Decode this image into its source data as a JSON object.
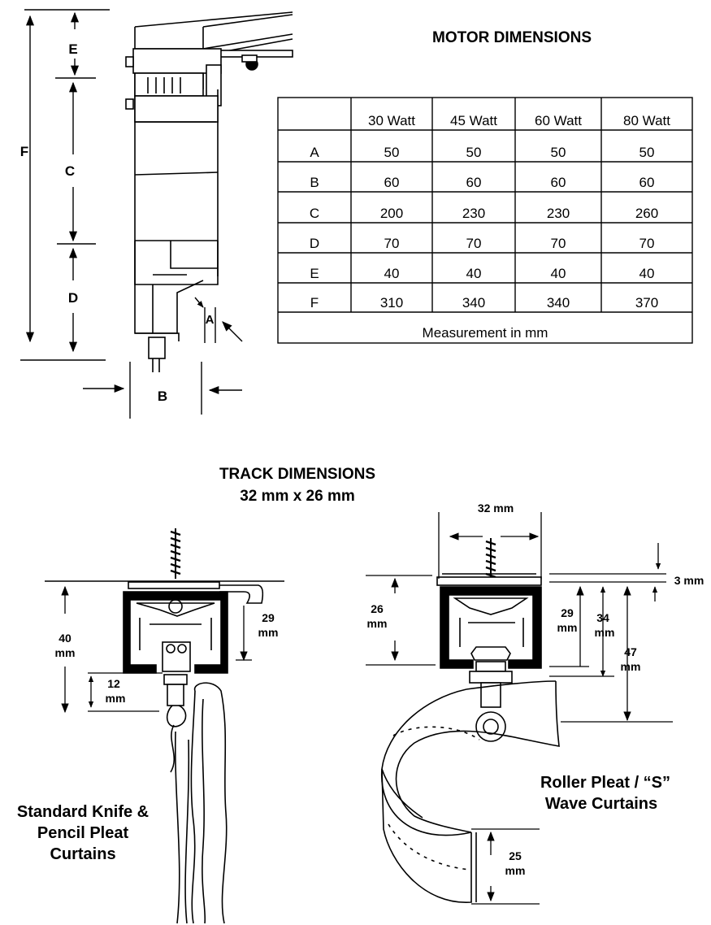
{
  "motor": {
    "title": "MOTOR  DIMENSIONS",
    "labels": {
      "a": "A",
      "b": "B",
      "c": "C",
      "d": "D",
      "e": "E",
      "f": "F"
    }
  },
  "table": {
    "headers": [
      "",
      "30 Watt",
      "45 Watt",
      "60 Watt",
      "80 Watt"
    ],
    "rows": [
      [
        "A",
        "50",
        "50",
        "50",
        "50"
      ],
      [
        "B",
        "60",
        "60",
        "60",
        "60"
      ],
      [
        "C",
        "200",
        "230",
        "230",
        "260"
      ],
      [
        "D",
        "70",
        "70",
        "70",
        "70"
      ],
      [
        "E",
        "40",
        "40",
        "40",
        "40"
      ],
      [
        "F",
        "310",
        "340",
        "340",
        "370"
      ]
    ],
    "footer": "Measurement in mm"
  },
  "track": {
    "title": "TRACK DIMENSIONS",
    "subtitle": "32 mm x 26 mm",
    "left": {
      "h40_num": "40",
      "h40_unit": "mm",
      "h29_num": "29",
      "h29_unit": "mm",
      "h12_num": "12",
      "h12_unit": "mm",
      "caption": [
        "Standard Knife &",
        "Pencil Pleat",
        "Curtains"
      ]
    },
    "right": {
      "width": "32  mm",
      "h3": "3 mm",
      "h26_num": "26",
      "h26_unit": "mm",
      "h29_num": "29",
      "h29_unit": "mm",
      "h34_num": "34",
      "h34_unit": "mm",
      "h47_num": "47",
      "h47_unit": "mm",
      "h25_num": "25",
      "h25_unit": "mm",
      "caption": [
        "Roller Pleat / “S”",
        "Wave Curtains"
      ]
    }
  }
}
